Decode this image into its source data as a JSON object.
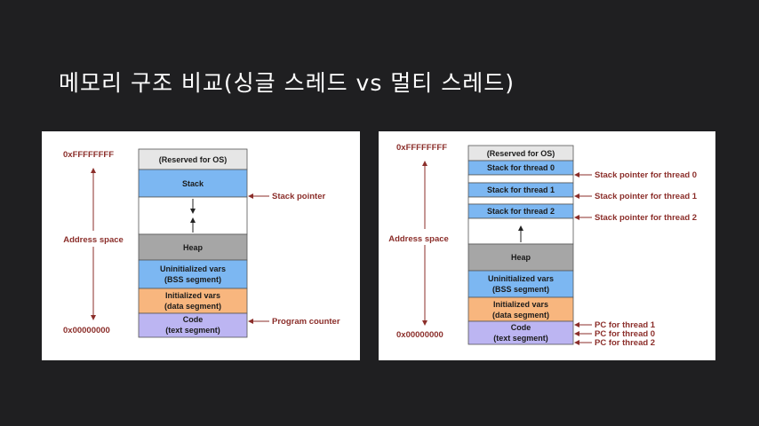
{
  "title": "메모리 구조 비교(싱글 스레드 vs 멀티 스레드)",
  "colors": {
    "background": "#1f1f21",
    "reserved": "#e6e6e6",
    "stack": "#7cb7f2",
    "heap": "#a6a6a6",
    "bss": "#7cb7f2",
    "data": "#f8b67e",
    "code": "#bcb5f2",
    "label": "#8b2e2a"
  },
  "single": {
    "top_address": "0xFFFFFFFF",
    "bottom_address": "0x00000000",
    "address_space": "Address space",
    "reserved": "(Reserved for OS)",
    "stack": "Stack",
    "heap": "Heap",
    "bss_line1": "Uninitialized vars",
    "bss_line2": "(BSS segment)",
    "data_line1": "Initialized vars",
    "data_line2": "(data segment)",
    "code_line1": "Code",
    "code_line2": "(text segment)",
    "stack_pointer": "Stack pointer",
    "program_counter": "Program counter"
  },
  "multi": {
    "top_address": "0xFFFFFFFF",
    "bottom_address": "0x00000000",
    "address_space": "Address space",
    "reserved": "(Reserved for OS)",
    "stack0": "Stack for thread 0",
    "stack1": "Stack for thread 1",
    "stack2": "Stack for thread 2",
    "heap": "Heap",
    "bss_line1": "Uninitialized vars",
    "bss_line2": "(BSS segment)",
    "data_line1": "Initialized vars",
    "data_line2": "(data segment)",
    "code_line1": "Code",
    "code_line2": "(text segment)",
    "sp0": "Stack pointer for thread 0",
    "sp1": "Stack pointer for thread 1",
    "sp2": "Stack pointer for thread 2",
    "pc0": "PC for thread 1",
    "pc1": "PC for thread 0",
    "pc2": "PC for thread 2"
  }
}
